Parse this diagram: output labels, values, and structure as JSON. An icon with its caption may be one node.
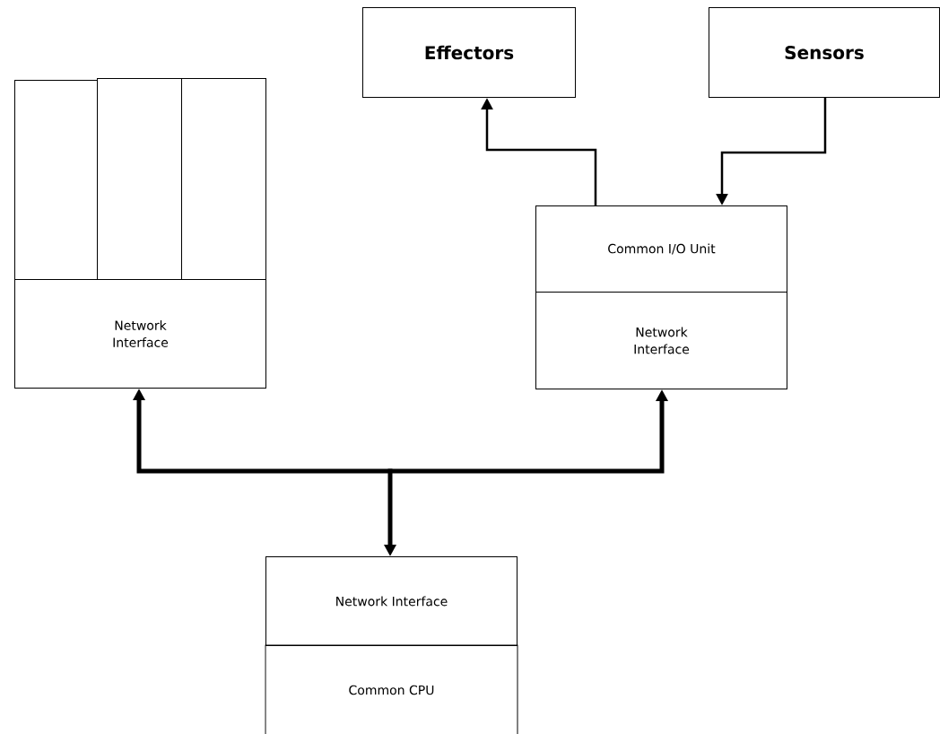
{
  "diagram": {
    "nodes": [
      {
        "text": [
          "Effectors"
        ]
      },
      {
        "text": [
          "Sensors"
        ]
      },
      {
        "text": [],
        "shape": "box"
      },
      {
        "text": [],
        "shape": "box"
      },
      {
        "text": [],
        "shape": "box"
      },
      {
        "text": [
          "Network Interface"
        ]
      },
      {
        "text": [
          "Common I/O Unit"
        ]
      },
      {
        "text": [
          "Network Interface"
        ]
      },
      {
        "text": [
          "Network Interface"
        ]
      },
      {
        "text": [
          "Common CPU"
        ]
      }
    ],
    "edges": [
      {
        "from": 6,
        "to": 0,
        "arrow": "to"
      },
      {
        "from": 1,
        "to": 6,
        "arrow": "to"
      },
      {
        "from": 8,
        "to": 5,
        "arrow": "both",
        "style": "thick"
      },
      {
        "from": 8,
        "to": 7,
        "arrow": "both",
        "style": "thick"
      }
    ]
  }
}
